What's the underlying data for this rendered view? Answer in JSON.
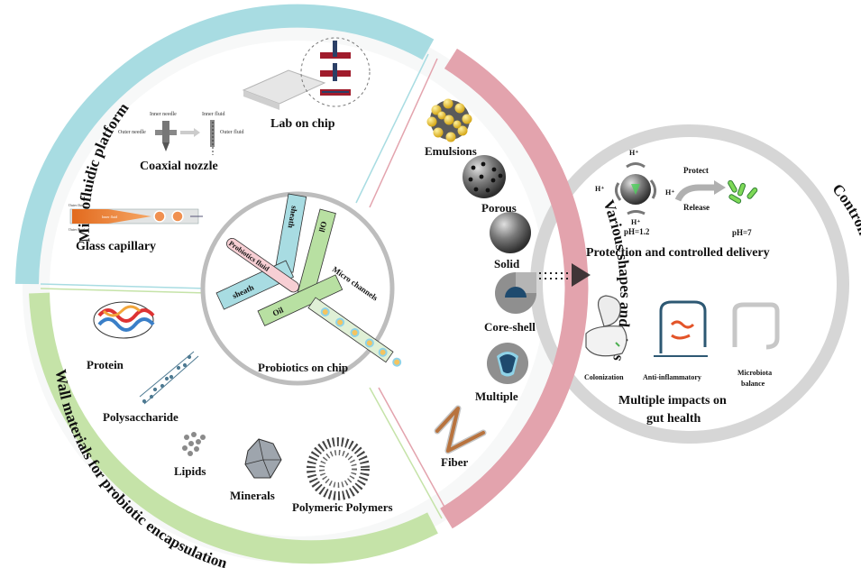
{
  "figure": {
    "sections": {
      "microfluidic": {
        "title": "Microfluidic platform",
        "color": "#a8dce2",
        "items": {
          "lab_on_chip": "Lab on chip",
          "coaxial_nozzle": "Coaxial nozzle",
          "glass_capillary": "Glass capillary"
        },
        "coaxial_labels": {
          "inner_needle": "Inner needle",
          "outer_needle": "Outer needle",
          "inner_fluid": "Inner fluid",
          "outer_fluid": "Outer fluid"
        },
        "capillary_labels": {
          "outer_fluid_top": "Outer fluid",
          "outer_fluid_bottom": "Outer fluid",
          "inner_fluid": "Inner fluid"
        }
      },
      "wall_materials": {
        "title": "Wall materials for probiotic encapsulation",
        "color": "#c5e3a8",
        "items": [
          "Protein",
          "Polysaccharide",
          "Lipids",
          "Minerals",
          "Polymeric Polymers"
        ]
      },
      "shapes": {
        "title": "Various shapes and sizes",
        "color": "#e3a3ad",
        "items": [
          "Emulsions",
          "Porous",
          "Solid",
          "Core-shell",
          "Multiple",
          "Fiber"
        ]
      },
      "controlled_delivery": {
        "title": "Controlled delivery",
        "color": "#d8d8d8",
        "protection": {
          "title": "Protection and controlled delivery",
          "h_plus": "H⁺",
          "protect": "Protect",
          "release": "Release",
          "ph_acid": "pH=1.2",
          "ph_neutral": "pH=7"
        },
        "impacts": {
          "title_line1": "Multiple impacts on",
          "title_line2": "gut health",
          "items": [
            "Colonization",
            "Anti-inflammatory",
            "Microbiota balance"
          ],
          "microbiota_line1": "Microbiota",
          "microbiota_line2": "balance"
        }
      }
    },
    "center": {
      "title": "Probiotics on chip",
      "channels": {
        "probiotics_fluid": "Probiotics fluid",
        "sheath_top": "sheath",
        "sheath_left": "sheath",
        "oil_top": "Oil",
        "oil_bottom": "Oil",
        "micro_channels": "Micro channels"
      }
    }
  }
}
